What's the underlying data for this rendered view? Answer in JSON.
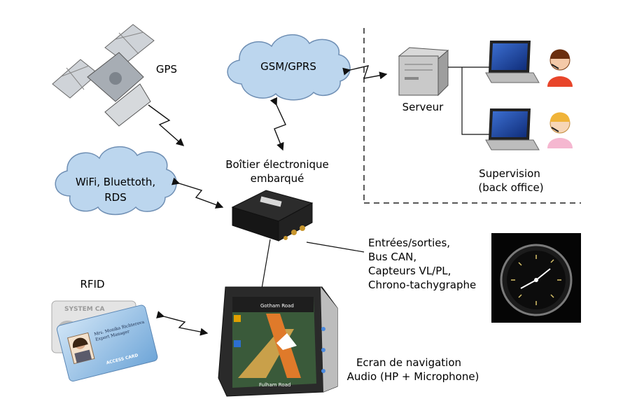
{
  "labels": {
    "gps": "GPS",
    "gsm": "GSM/GPRS",
    "server": "Serveur",
    "box_line1": "Boîtier électronique",
    "box_line2": "embarqué",
    "supervision_line1": "Supervision",
    "supervision_line2": "(back office)",
    "wifi_line1": "WiFi, Bluettoth,",
    "wifi_line2": "RDS",
    "io_lines": [
      "Entrées/sorties,",
      "Bus CAN,",
      "Capteurs VL/PL,",
      "Chrono-tachygraphe"
    ],
    "rfid": "RFID",
    "nav_line1": "Ecran de navigation",
    "nav_line2": "Audio (HP + Microphone)"
  },
  "card": {
    "header": "SYSTEM CA",
    "name_line1": "Mrs. Monika Richterova",
    "name_line2": "Export Manager",
    "footer": "ACCESS CARD"
  },
  "gps_screen": {
    "street_top": "Gotham Road",
    "street_bottom": "Fulham Road"
  },
  "colors": {
    "cloud_fill": "#bcd6ee",
    "cloud_stroke": "#6f8fb4",
    "headset_red": "#e8452a",
    "headset_pink": "#f5b7d0"
  }
}
